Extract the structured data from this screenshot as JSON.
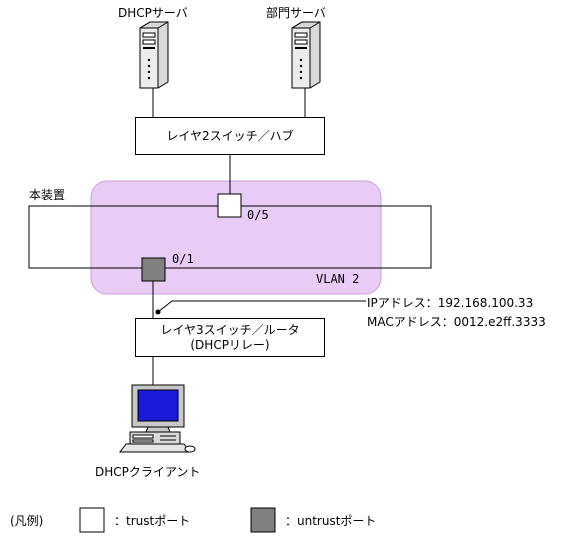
{
  "nodes": {
    "dhcp_server": "DHCPサーバ",
    "dept_server": "部門サーバ",
    "l2_switch": "レイヤ2スイッチ／ハブ",
    "device": "本装置",
    "port_upper": "0/5",
    "port_lower": "0/1",
    "vlan": "VLAN 2",
    "ip_address": "IPアドレス：192.168.100.33",
    "mac_address": "MACアドレス：0012.e2ff.3333",
    "l3_router_line1": "レイヤ3スイッチ／ルータ",
    "l3_router_line2": "(DHCPリレー)",
    "dhcp_client": "DHCPクライアント"
  },
  "legend": {
    "title": "(凡例)",
    "trust": "：trustポート",
    "untrust": "：untrustポート"
  },
  "colors": {
    "vlan_fill": "#e8ccf5",
    "vlan_border": "#c9a0dc",
    "untrust_port": "#808080",
    "trust_port": "#ffffff",
    "monitor_screen": "#1a1ad8"
  }
}
